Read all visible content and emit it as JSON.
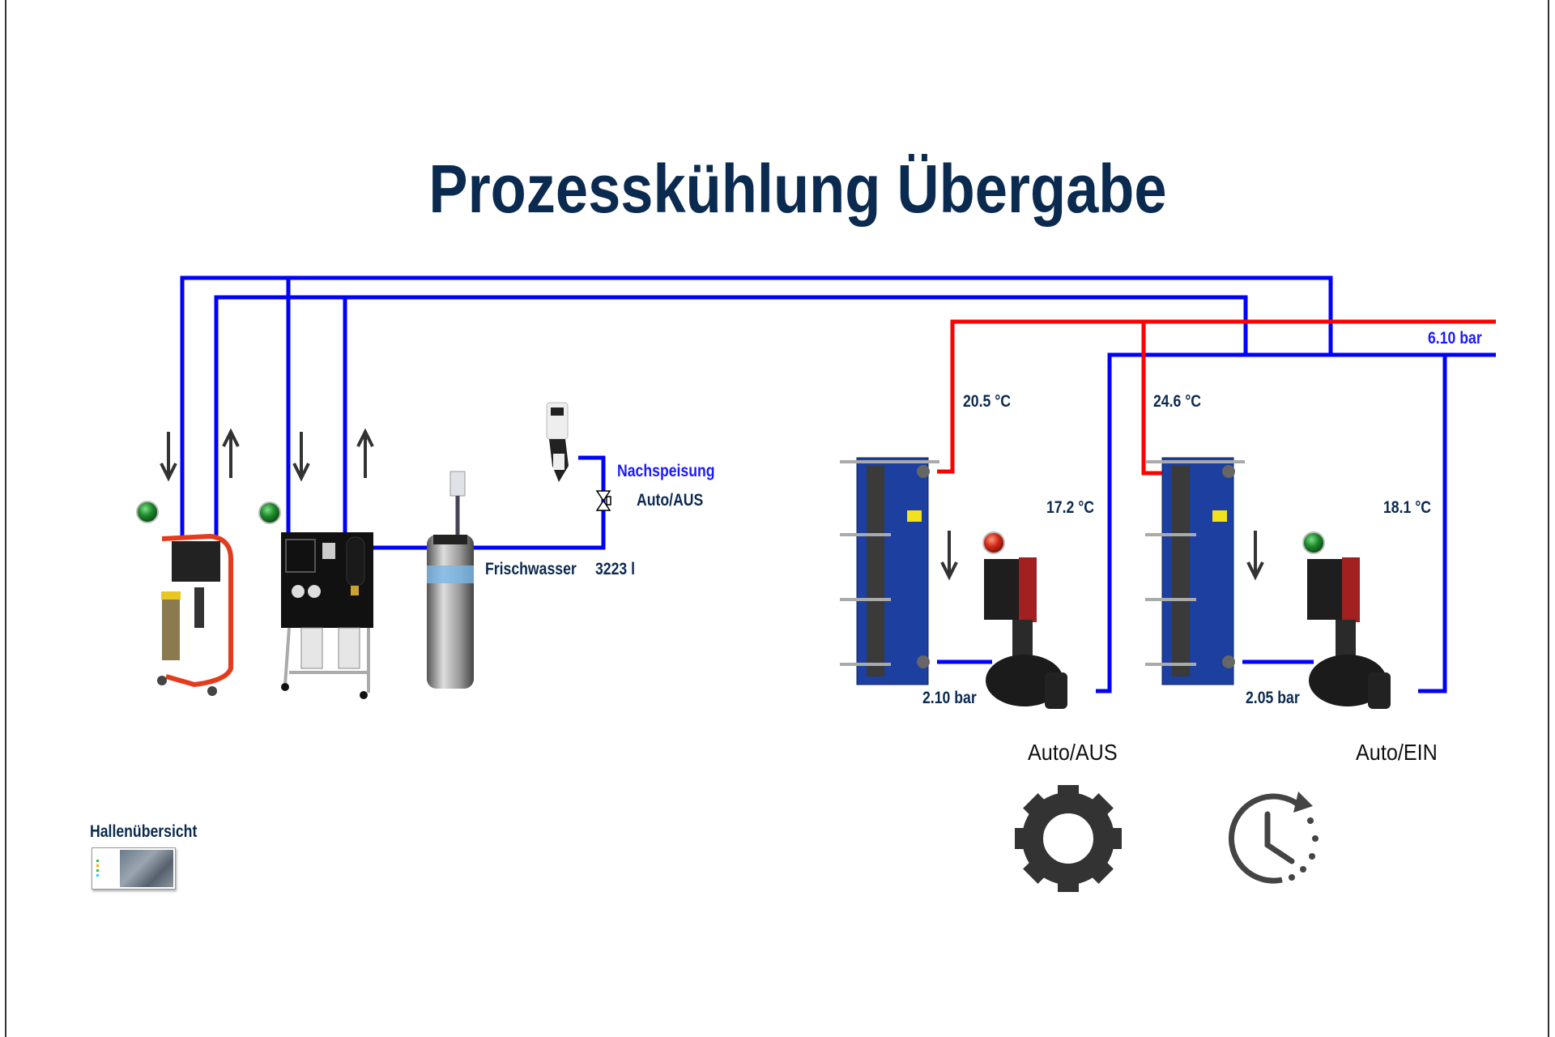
{
  "title": "Prozesskühlung Übergabe",
  "supply_pressure": "6.10 bar",
  "refill": {
    "label": "Nachspeisung",
    "mode": "Auto/AUS"
  },
  "fresh_water": {
    "label": "Frischwasser",
    "value": "3223 l"
  },
  "circuit_1": {
    "temp_in": "20.5 °C",
    "temp_out": "17.2 °C",
    "pressure": "2.10 bar",
    "pump_status_color": "#d42a1a",
    "mode": "Auto/AUS"
  },
  "circuit_2": {
    "temp_in": "24.6 °C",
    "temp_out": "18.1 °C",
    "pressure": "2.05 bar",
    "pump_status_color": "#1f8a2c",
    "mode": "Auto/EIN"
  },
  "treatment_leds": {
    "filter_status_color": "#1f8a2c",
    "ro_status_color": "#1f8a2c"
  },
  "navigation": {
    "hall_overview": "Hallenübersicht"
  },
  "icons": {
    "settings": "gear-icon",
    "schedule": "clock-schedule-icon"
  },
  "colors": {
    "cold_pipe": "#0000ff",
    "hot_pipe": "#ff0000",
    "title": "#0b2a50"
  }
}
